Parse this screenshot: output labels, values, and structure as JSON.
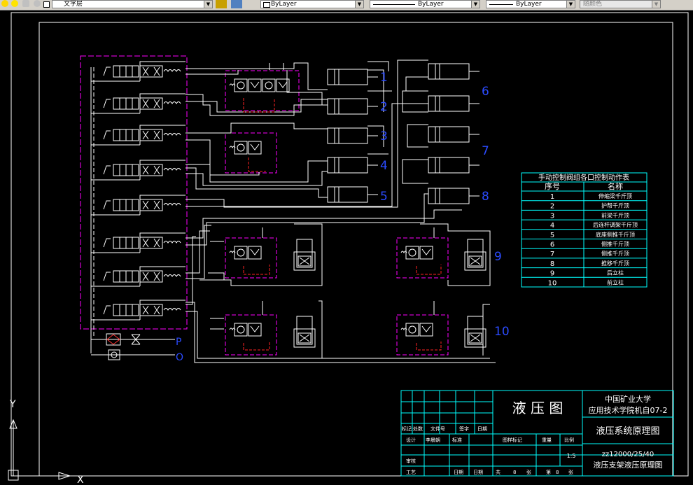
{
  "toolbar": {
    "layer_name": "文字层",
    "color_value": "ByLayer",
    "linetype_value": "ByLayer",
    "lineweight_value": "ByLayer",
    "plotstyle_value": "随颜色"
  },
  "diagram": {
    "cylinder_labels": [
      "1",
      "2",
      "3",
      "4",
      "5",
      "6",
      "7",
      "8"
    ],
    "prop_labels": [
      "9",
      "10"
    ],
    "port_p": "P",
    "port_o": "O"
  },
  "table": {
    "title": "手动控制阀组各口控制动作表",
    "col_no": "序号",
    "col_name": "名称",
    "rows": [
      {
        "no": "1",
        "name": "伸缩梁千斤顶"
      },
      {
        "no": "2",
        "name": "护帮千斤顶"
      },
      {
        "no": "3",
        "name": "前梁千斤顶"
      },
      {
        "no": "4",
        "name": "后连杆调架千斤顶"
      },
      {
        "no": "5",
        "name": "底座侧推千斤顶"
      },
      {
        "no": "6",
        "name": "侧推千斤顶"
      },
      {
        "no": "7",
        "name": "侧推千斤顶"
      },
      {
        "no": "8",
        "name": "推移千斤顶"
      },
      {
        "no": "9",
        "name": "后立柱"
      },
      {
        "no": "10",
        "name": "前立柱"
      }
    ]
  },
  "titleblock": {
    "drawing_type": "液 压 图",
    "school": "中国矿业大学",
    "college": "应用技术学院机自07-2",
    "drawing_name": "液压系统原理图",
    "code": "zz12000/25/40",
    "subtitle": "液压支架液压原理图",
    "scale": "1:5",
    "h_mark": "标记",
    "h_count": "处数",
    "h_file": "文件号",
    "h_sign": "签字",
    "h_date": "日期",
    "design": "设计",
    "designer": "李晨朝",
    "standard": "标准",
    "stage_mark": "图样标记",
    "weight": "重量",
    "ratio": "比例",
    "check": "审核",
    "craft": "工艺",
    "date1": "日期",
    "date2": "日期",
    "total": "共",
    "total_n": "8",
    "sheet": "张",
    "page": "第",
    "page_n": "8",
    "sheet2": "张"
  },
  "ucs": {
    "y_label": "Y",
    "x_label": "X"
  }
}
